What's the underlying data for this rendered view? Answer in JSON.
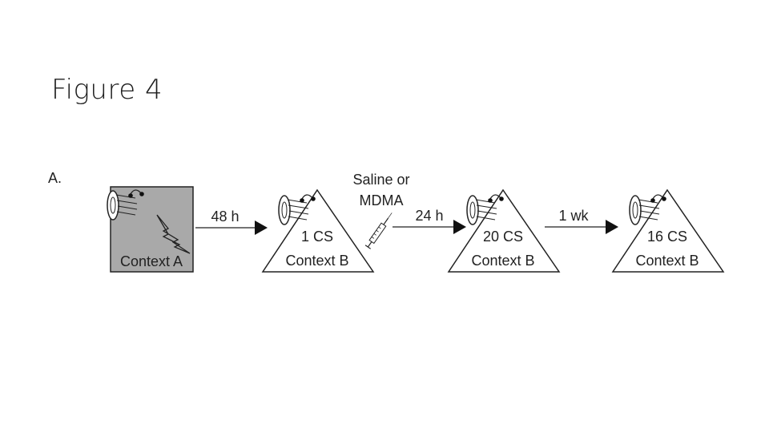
{
  "slide": {
    "title": "Figure 4"
  },
  "diagram": {
    "panel_label": "A.",
    "context_a": "Context A",
    "context_b": "Context B",
    "stage1_cs": "1 CS",
    "stage2_cs": "20 CS",
    "stage3_cs": "16 CS",
    "interval1": "48 h",
    "interval2": "24 h",
    "interval3": "1 wk",
    "injection_line1": "Saline or",
    "injection_line2": "MDMA"
  },
  "colors": {
    "context_a_fill": "#a9a9a9",
    "stroke": "#222222"
  },
  "icons": [
    "speaker-icon",
    "lightning-shock-icon",
    "syringe-icon",
    "arrow-right-icon"
  ]
}
